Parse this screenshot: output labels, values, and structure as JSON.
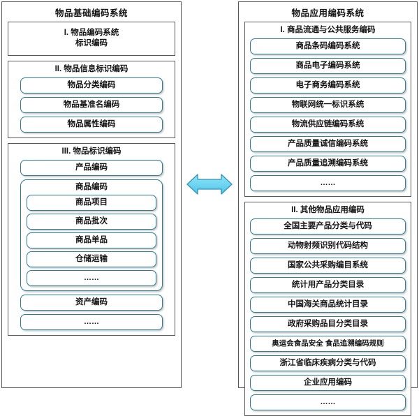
{
  "left_panel": {
    "title": "物品基础编码系统",
    "sections": [
      {
        "title_line1": "I. 物品编码系统",
        "title_line2": "标识编码",
        "items": []
      },
      {
        "title": "II. 物品信息标识编码",
        "items": [
          {
            "label": "物品分类编码"
          },
          {
            "label": "物品基准名编码"
          },
          {
            "label": "物品属性编码"
          }
        ]
      },
      {
        "title": "III. 物品标识编码",
        "items": [
          {
            "label": "产品编码"
          }
        ],
        "group": {
          "title": "商品编码",
          "items": [
            {
              "label": "商品项目"
            },
            {
              "label": "商品批次"
            },
            {
              "label": "商品单品"
            },
            {
              "label": "仓储运输"
            },
            {
              "label": "……"
            }
          ]
        },
        "items_after": [
          {
            "label": "资产编码"
          },
          {
            "label": "……"
          }
        ]
      }
    ]
  },
  "right_panel": {
    "title": "物品应用编码系统",
    "sections": [
      {
        "title": "I. 商品流通与公共服务编码",
        "items": [
          {
            "label": "商品条码编码系统"
          },
          {
            "label": "商品电子编码系统"
          },
          {
            "label": "电子商务编码系统"
          },
          {
            "label": "物联网统一标识系统"
          },
          {
            "label": "物流供应链编码系统"
          },
          {
            "label": "产品质量诚信编码系统"
          },
          {
            "label": "产品质量追溯编码系统"
          },
          {
            "label": "……"
          }
        ]
      },
      {
        "title": "II. 其他物品应用编码",
        "items": [
          {
            "label": "全国主要产品分类与代码"
          },
          {
            "label": "动物射频识别代码结构"
          },
          {
            "label": "国家公共采购编目系统"
          },
          {
            "label": "统计用产品分类目录"
          },
          {
            "label": "中国海关商品统计目录"
          },
          {
            "label": "政府采购品目分类目录"
          },
          {
            "label": "奥运会食品安全 食品追溯编码规则"
          },
          {
            "label": "浙江省临床疾病分类与代码"
          },
          {
            "label": "企业应用编码"
          },
          {
            "label": "……"
          }
        ]
      }
    ]
  },
  "connector": {
    "name": "双向箭头",
    "direction": "bidirectional",
    "fill_color": "#6DD3F0",
    "stroke_color": "#2E93B5"
  },
  "colors": {
    "frame_border": "#575757",
    "item_border": "#2a7e95",
    "background": "#ffffff",
    "text": "#141414"
  }
}
